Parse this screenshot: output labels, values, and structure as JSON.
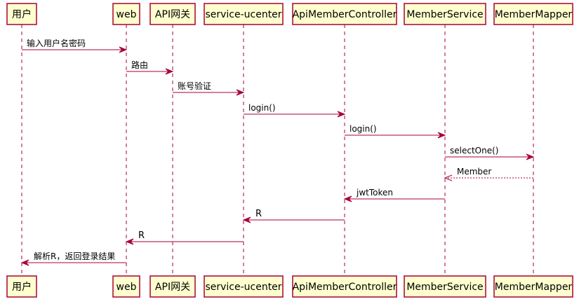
{
  "participants": [
    {
      "id": "user",
      "label": "用户"
    },
    {
      "id": "web",
      "label": "web"
    },
    {
      "id": "gateway",
      "label": "API网关"
    },
    {
      "id": "ucenter",
      "label": "service-ucenter"
    },
    {
      "id": "controller",
      "label": "ApiMemberController"
    },
    {
      "id": "service",
      "label": "MemberService"
    },
    {
      "id": "mapper",
      "label": "MemberMapper"
    }
  ],
  "messages": [
    {
      "from": "user",
      "to": "web",
      "label": "输入用户名密码",
      "style": "solid"
    },
    {
      "from": "web",
      "to": "gateway",
      "label": "路由",
      "style": "solid"
    },
    {
      "from": "gateway",
      "to": "ucenter",
      "label": "账号验证",
      "style": "solid"
    },
    {
      "from": "ucenter",
      "to": "controller",
      "label": "login()",
      "style": "solid"
    },
    {
      "from": "controller",
      "to": "service",
      "label": "login()",
      "style": "solid"
    },
    {
      "from": "service",
      "to": "mapper",
      "label": "selectOne()",
      "style": "solid"
    },
    {
      "from": "mapper",
      "to": "service",
      "label": "Member",
      "style": "dashed"
    },
    {
      "from": "service",
      "to": "controller",
      "label": "jwtToken",
      "style": "solid"
    },
    {
      "from": "controller",
      "to": "ucenter",
      "label": "R",
      "style": "solid"
    },
    {
      "from": "ucenter",
      "to": "web",
      "label": "R",
      "style": "solid"
    },
    {
      "from": "web",
      "to": "user",
      "label": "解析R，返回登录结果",
      "style": "solid"
    }
  ],
  "colors": {
    "box_fill": "#FEFECE",
    "line": "#A80036",
    "text": "#000000"
  }
}
